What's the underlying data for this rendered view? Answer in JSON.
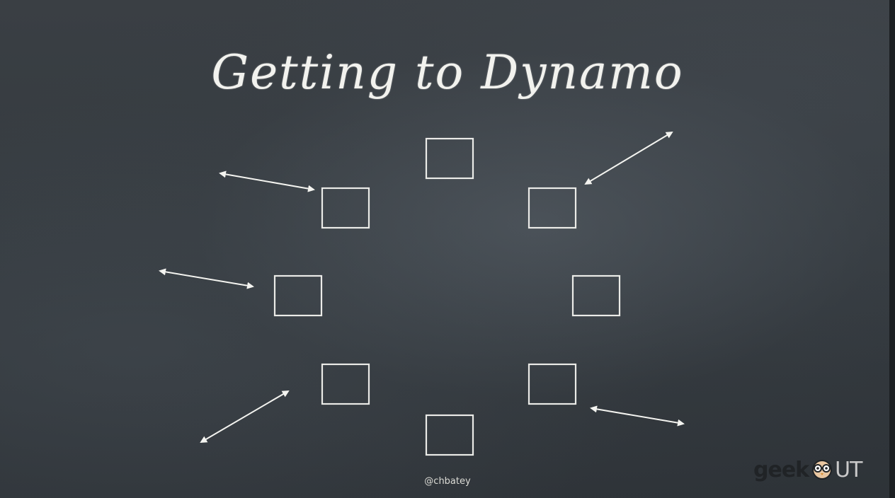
{
  "slide": {
    "title": "Getting to Dynamo",
    "handle": "@chbatey",
    "logo": {
      "wordmark_a": "geek",
      "wordmark_b": "UT"
    }
  },
  "colors": {
    "board": "#363b40",
    "chalk": "#f2f2ee"
  },
  "icons": [
    "ring-node-box",
    "double-arrow",
    "owl-face-icon"
  ]
}
